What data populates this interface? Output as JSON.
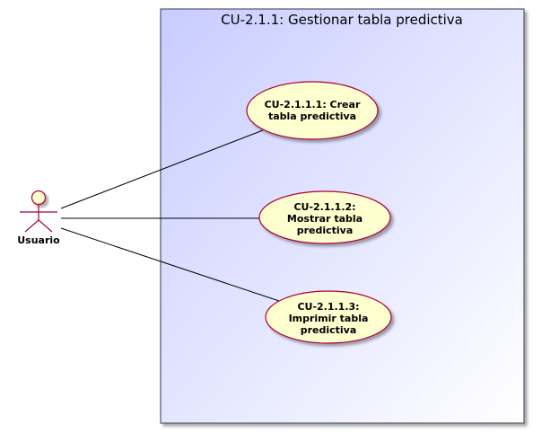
{
  "diagram": {
    "boundary": {
      "title": "CU-2.1.1: Gestionar tabla predictiva"
    },
    "actor": {
      "label": "Usuario"
    },
    "use_cases": [
      {
        "lines": [
          "CU-2.1.1.1: Crear",
          "tabla predictiva"
        ]
      },
      {
        "lines": [
          "CU-2.1.1.2:",
          "Mostrar tabla",
          "predictiva"
        ]
      },
      {
        "lines": [
          "CU-2.1.1.3:",
          "Imprimir tabla",
          "predictiva"
        ]
      }
    ],
    "colors": {
      "boundary_gradient_start": "#c8ccff",
      "boundary_gradient_end": "#ffffff",
      "boundary_border": "#555566",
      "usecase_fill": "#fefece",
      "usecase_border": "#a80036",
      "actor_fill": "#fefece",
      "line": "#000000"
    }
  }
}
